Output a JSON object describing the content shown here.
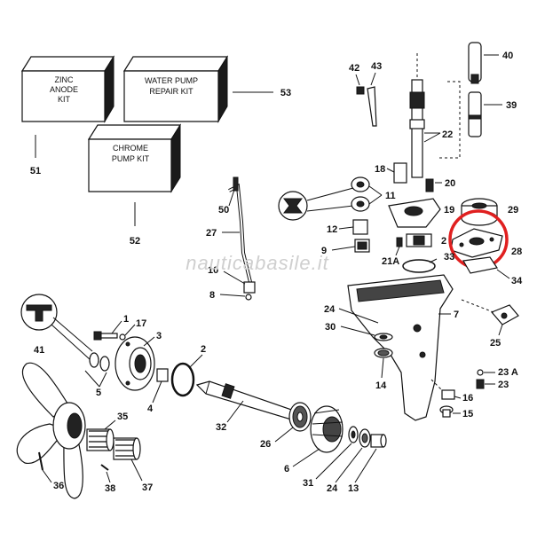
{
  "watermark": "nauticabasile.it",
  "kits": [
    {
      "id": "zinc",
      "lines": [
        "ZINC",
        "ANODE",
        "KIT"
      ],
      "number": "51"
    },
    {
      "id": "pump",
      "lines": [
        "WATER PUMP",
        "REPAIR KIT"
      ],
      "number": "53"
    },
    {
      "id": "chrome",
      "lines": [
        "CHROME",
        "PUMP KIT"
      ],
      "number": "52"
    }
  ],
  "callouts": {
    "c40": "40",
    "c42": "42",
    "c43": "43",
    "c39": "39",
    "c22": "22",
    "c18": "18",
    "c20": "20",
    "c50": "50",
    "c11": "11",
    "c19": "19",
    "c29": "29",
    "c27": "27",
    "c12": "12",
    "c21A": "21A",
    "c2a": "2",
    "c33": "33",
    "c28": "28",
    "c9": "9",
    "c10": "10",
    "c34": "34",
    "c8": "8",
    "c1": "1",
    "c17": "17",
    "c3": "3",
    "c24a": "24",
    "c7": "7",
    "c41": "41",
    "c2b": "2",
    "c30": "30",
    "c25": "25",
    "c5": "5",
    "c4": "4",
    "c14": "14",
    "c23A": "23 A",
    "c23": "23",
    "c16": "16",
    "c15": "15",
    "c32": "32",
    "c35": "35",
    "c26": "26",
    "c6": "6",
    "c31": "31",
    "c24b": "24",
    "c13": "13",
    "c36": "36",
    "c38": "38",
    "c37": "37"
  },
  "highlight": {
    "color": "#e02020",
    "part": "28"
  }
}
